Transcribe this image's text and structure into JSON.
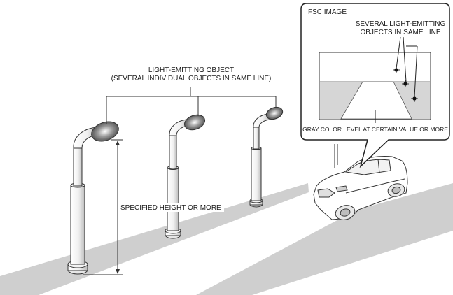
{
  "labels": {
    "light_object_line1": "LIGHT-EMITTING OBJECT",
    "light_object_line2": "(SEVERAL INDIVIDUAL OBJECTS IN SAME LINE)",
    "specified_height": "SPECIFIED HEIGHT OR MORE"
  },
  "fsc_panel": {
    "title": "FSC IMAGE",
    "callout_line1": "SEVERAL LIGHT-EMITTING",
    "callout_line2": "OBJECTS IN SAME LINE",
    "gray_level_note": "GRAY COLOR LEVEL AT CERTAIN VALUE OR MORE"
  },
  "colors": {
    "road": "#cfcfcf",
    "image_gray": "#d6d6d6",
    "outline": "#333333"
  }
}
